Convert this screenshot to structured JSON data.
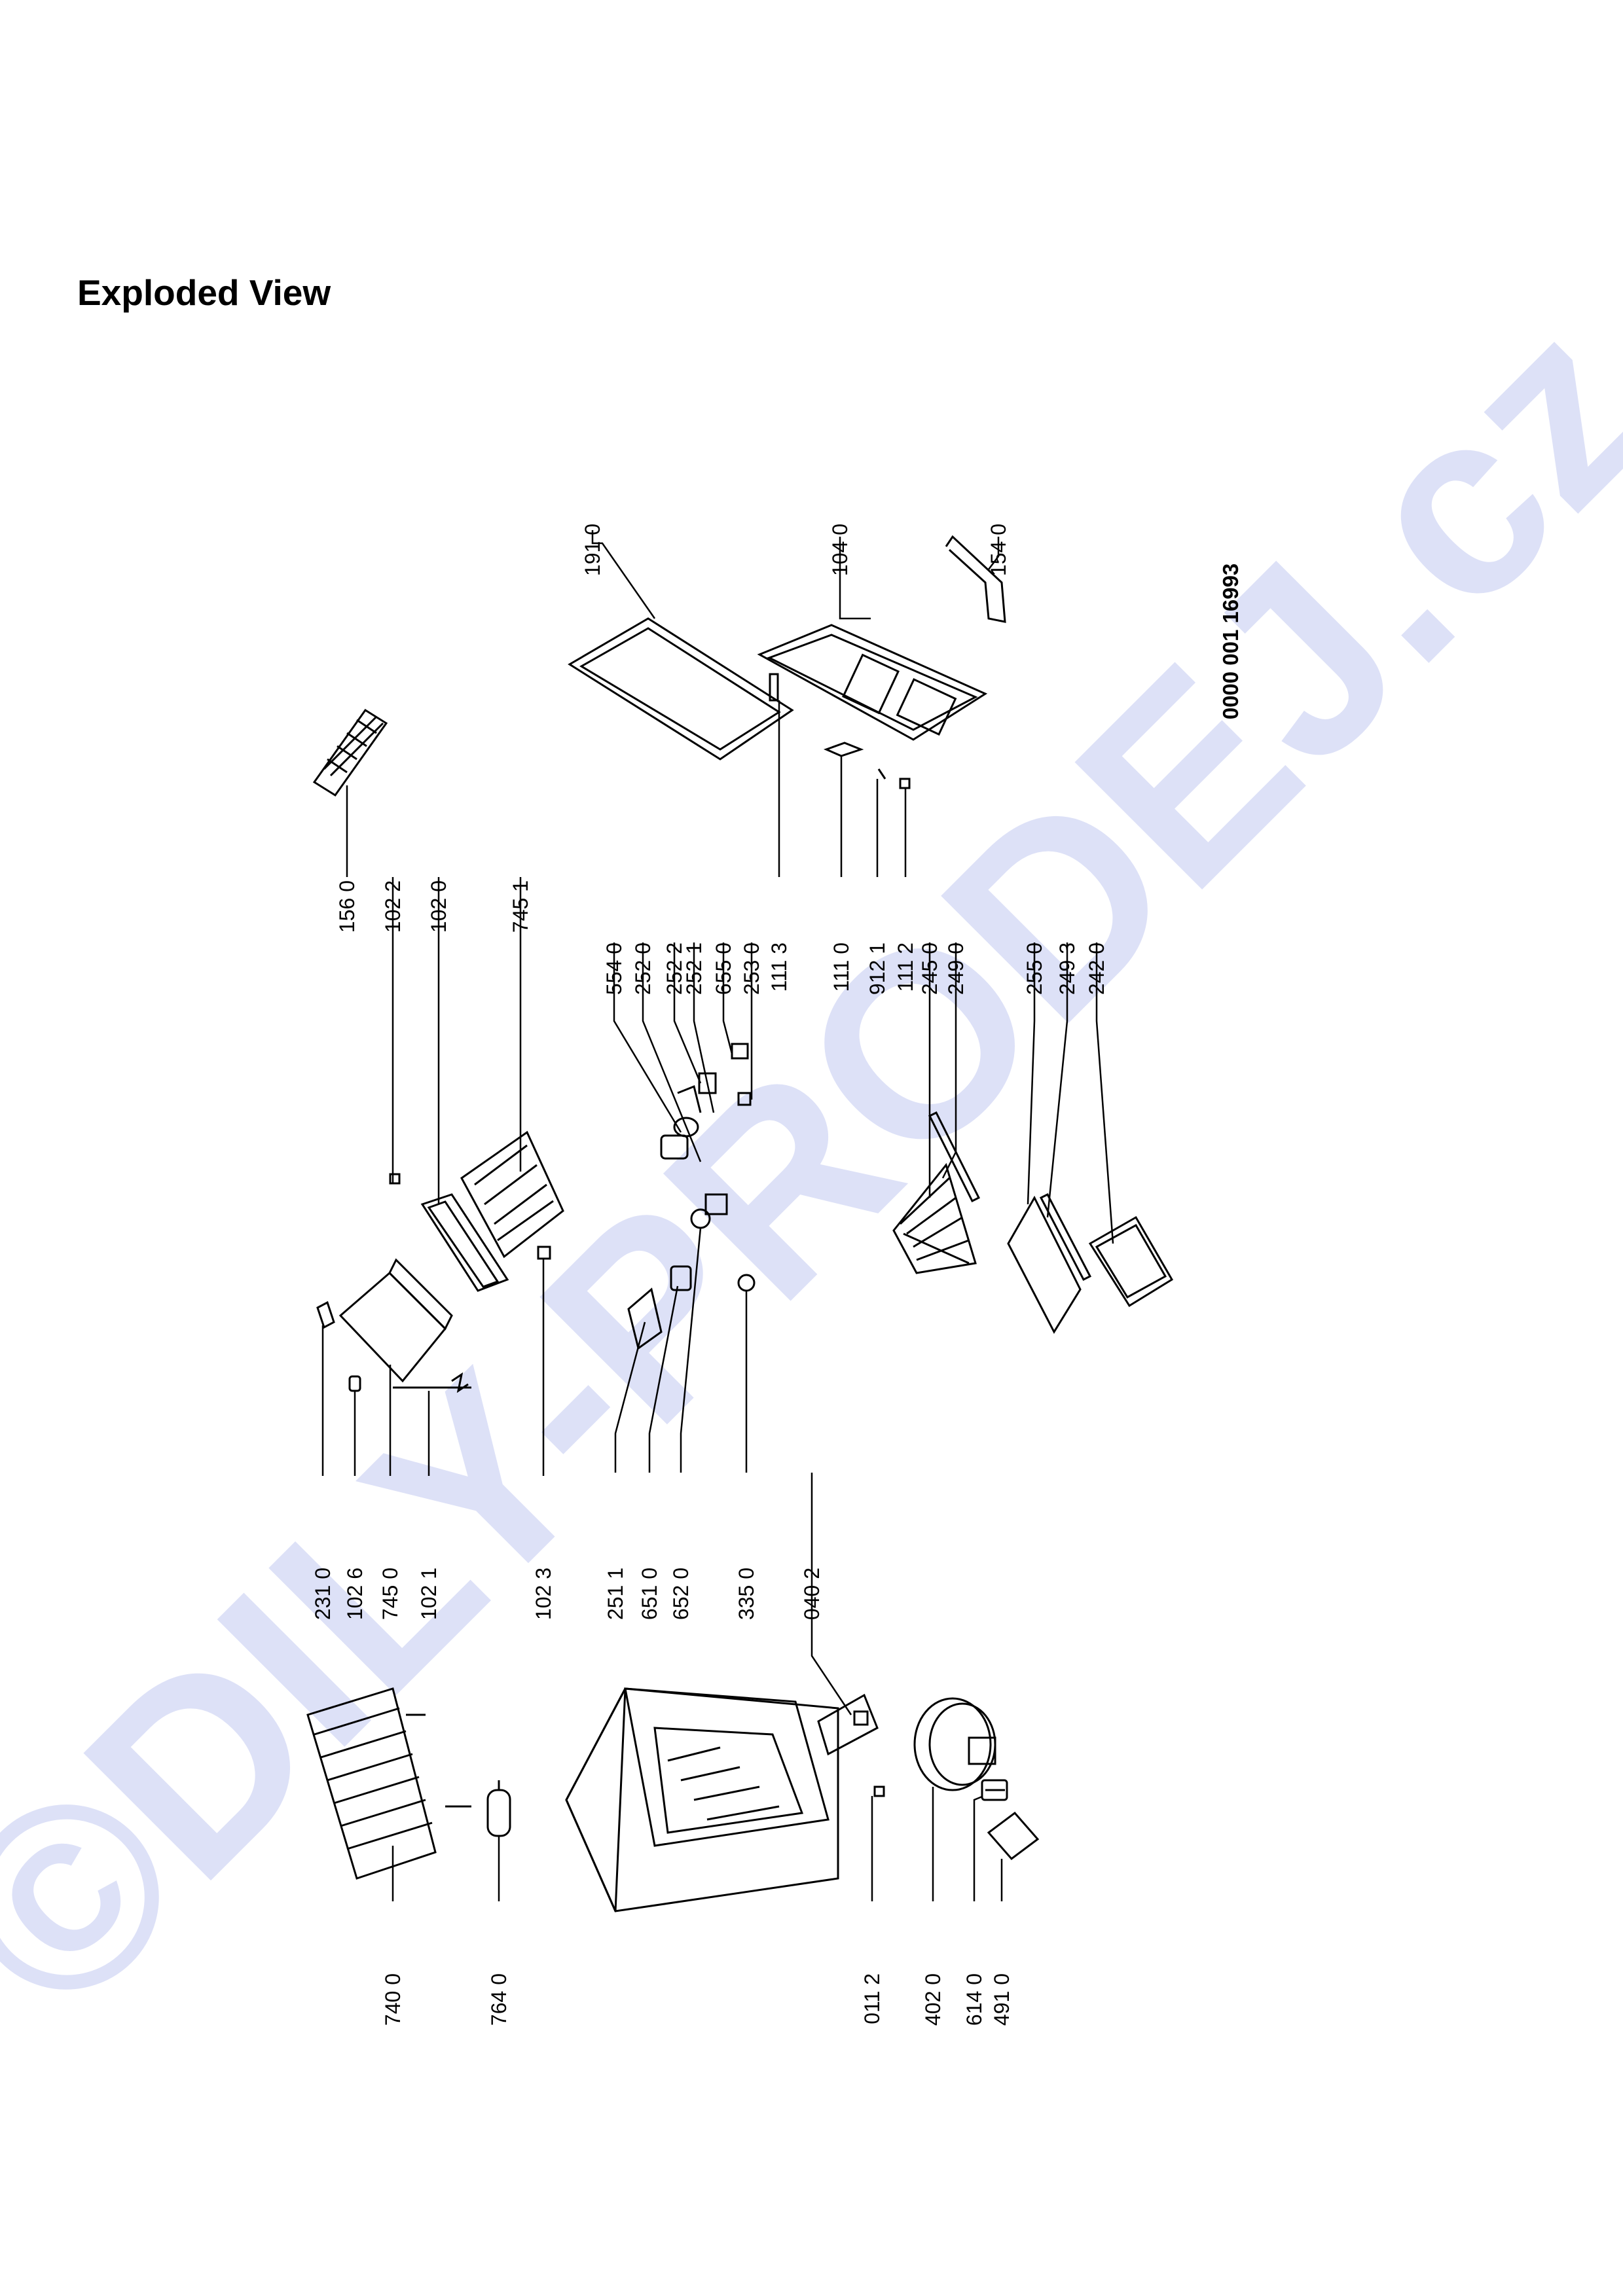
{
  "title": "Exploded View",
  "watermark": "©DILY-PRODEJ.cz",
  "drawing_code": "0000 001 16993",
  "part_labels": [
    "156 0",
    "102 2",
    "102 0",
    "745 1",
    "231 0",
    "102 6",
    "745 0",
    "102 1",
    "102 3",
    "554 0",
    "252 0",
    "252 2",
    "252 1",
    "655 0",
    "253 0",
    "111 3",
    "251 1",
    "651 0",
    "652 0",
    "335 0",
    "191 0",
    "104 0",
    "154 0",
    "111 0",
    "912 1",
    "111 2",
    "245 0",
    "249 0",
    "255 0",
    "249 3",
    "242 0",
    "740 0",
    "764 0",
    "011 2",
    "402 0",
    "614 0",
    "491 0",
    "040 2"
  ]
}
